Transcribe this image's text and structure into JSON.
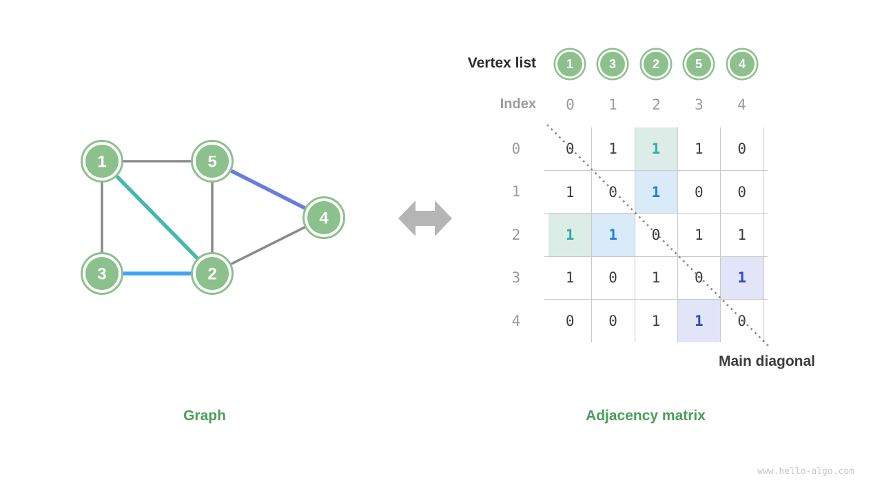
{
  "page": {
    "watermark": "www.hello-algo.com",
    "background": "#ffffff"
  },
  "colors": {
    "node_green": "#8cc08c",
    "caption_green": "#4a9e59",
    "edge_gray": "#8a8a8a",
    "edge_teal": "#44b9ac",
    "edge_blue": "#41a3f2",
    "edge_indigo": "#6b7ce0",
    "cell_teal_bg": "#dcede8",
    "cell_teal_text": "#2fae9e",
    "cell_blue_bg": "#d9eaf8",
    "cell_blue_text": "#1e7fd9",
    "cell_indigo_bg": "#e2e5f7",
    "cell_indigo_text": "#3247d2",
    "grid_line": "#c9c9c9",
    "header_gray": "#9b9b9b",
    "arrow_gray": "#b5b5b5"
  },
  "graph": {
    "caption": "Graph",
    "nodes": [
      {
        "label": "1"
      },
      {
        "label": "5"
      },
      {
        "label": "4"
      },
      {
        "label": "3"
      },
      {
        "label": "2"
      }
    ],
    "edges": [
      {
        "from": "1",
        "to": "5",
        "color": "gray"
      },
      {
        "from": "1",
        "to": "3",
        "color": "gray"
      },
      {
        "from": "5",
        "to": "2",
        "color": "gray"
      },
      {
        "from": "2",
        "to": "4",
        "color": "gray"
      },
      {
        "from": "1",
        "to": "2",
        "color": "teal"
      },
      {
        "from": "5",
        "to": "4",
        "color": "indigo"
      },
      {
        "from": "3",
        "to": "2",
        "color": "blue"
      }
    ]
  },
  "matrix": {
    "caption": "Adjacency matrix",
    "vertex_list_label": "Vertex list",
    "index_label": "Index",
    "vertex_list": [
      "1",
      "3",
      "2",
      "5",
      "4"
    ],
    "col_headers": [
      "0",
      "1",
      "2",
      "3",
      "4"
    ],
    "row_headers": [
      "0",
      "1",
      "2",
      "3",
      "4"
    ],
    "rows": [
      [
        "0",
        "1",
        "1",
        "1",
        "0"
      ],
      [
        "1",
        "0",
        "1",
        "0",
        "0"
      ],
      [
        "1",
        "1",
        "0",
        "1",
        "1"
      ],
      [
        "1",
        "0",
        "1",
        "0",
        "1"
      ],
      [
        "0",
        "0",
        "1",
        "1",
        "0"
      ]
    ],
    "highlights": [
      {
        "row": 0,
        "col": 2,
        "style": "teal"
      },
      {
        "row": 1,
        "col": 2,
        "style": "blue"
      },
      {
        "row": 2,
        "col": 0,
        "style": "teal"
      },
      {
        "row": 2,
        "col": 1,
        "style": "blue"
      },
      {
        "row": 3,
        "col": 4,
        "style": "indigo"
      },
      {
        "row": 4,
        "col": 3,
        "style": "indigo"
      }
    ],
    "main_diagonal_label": "Main diagonal"
  }
}
